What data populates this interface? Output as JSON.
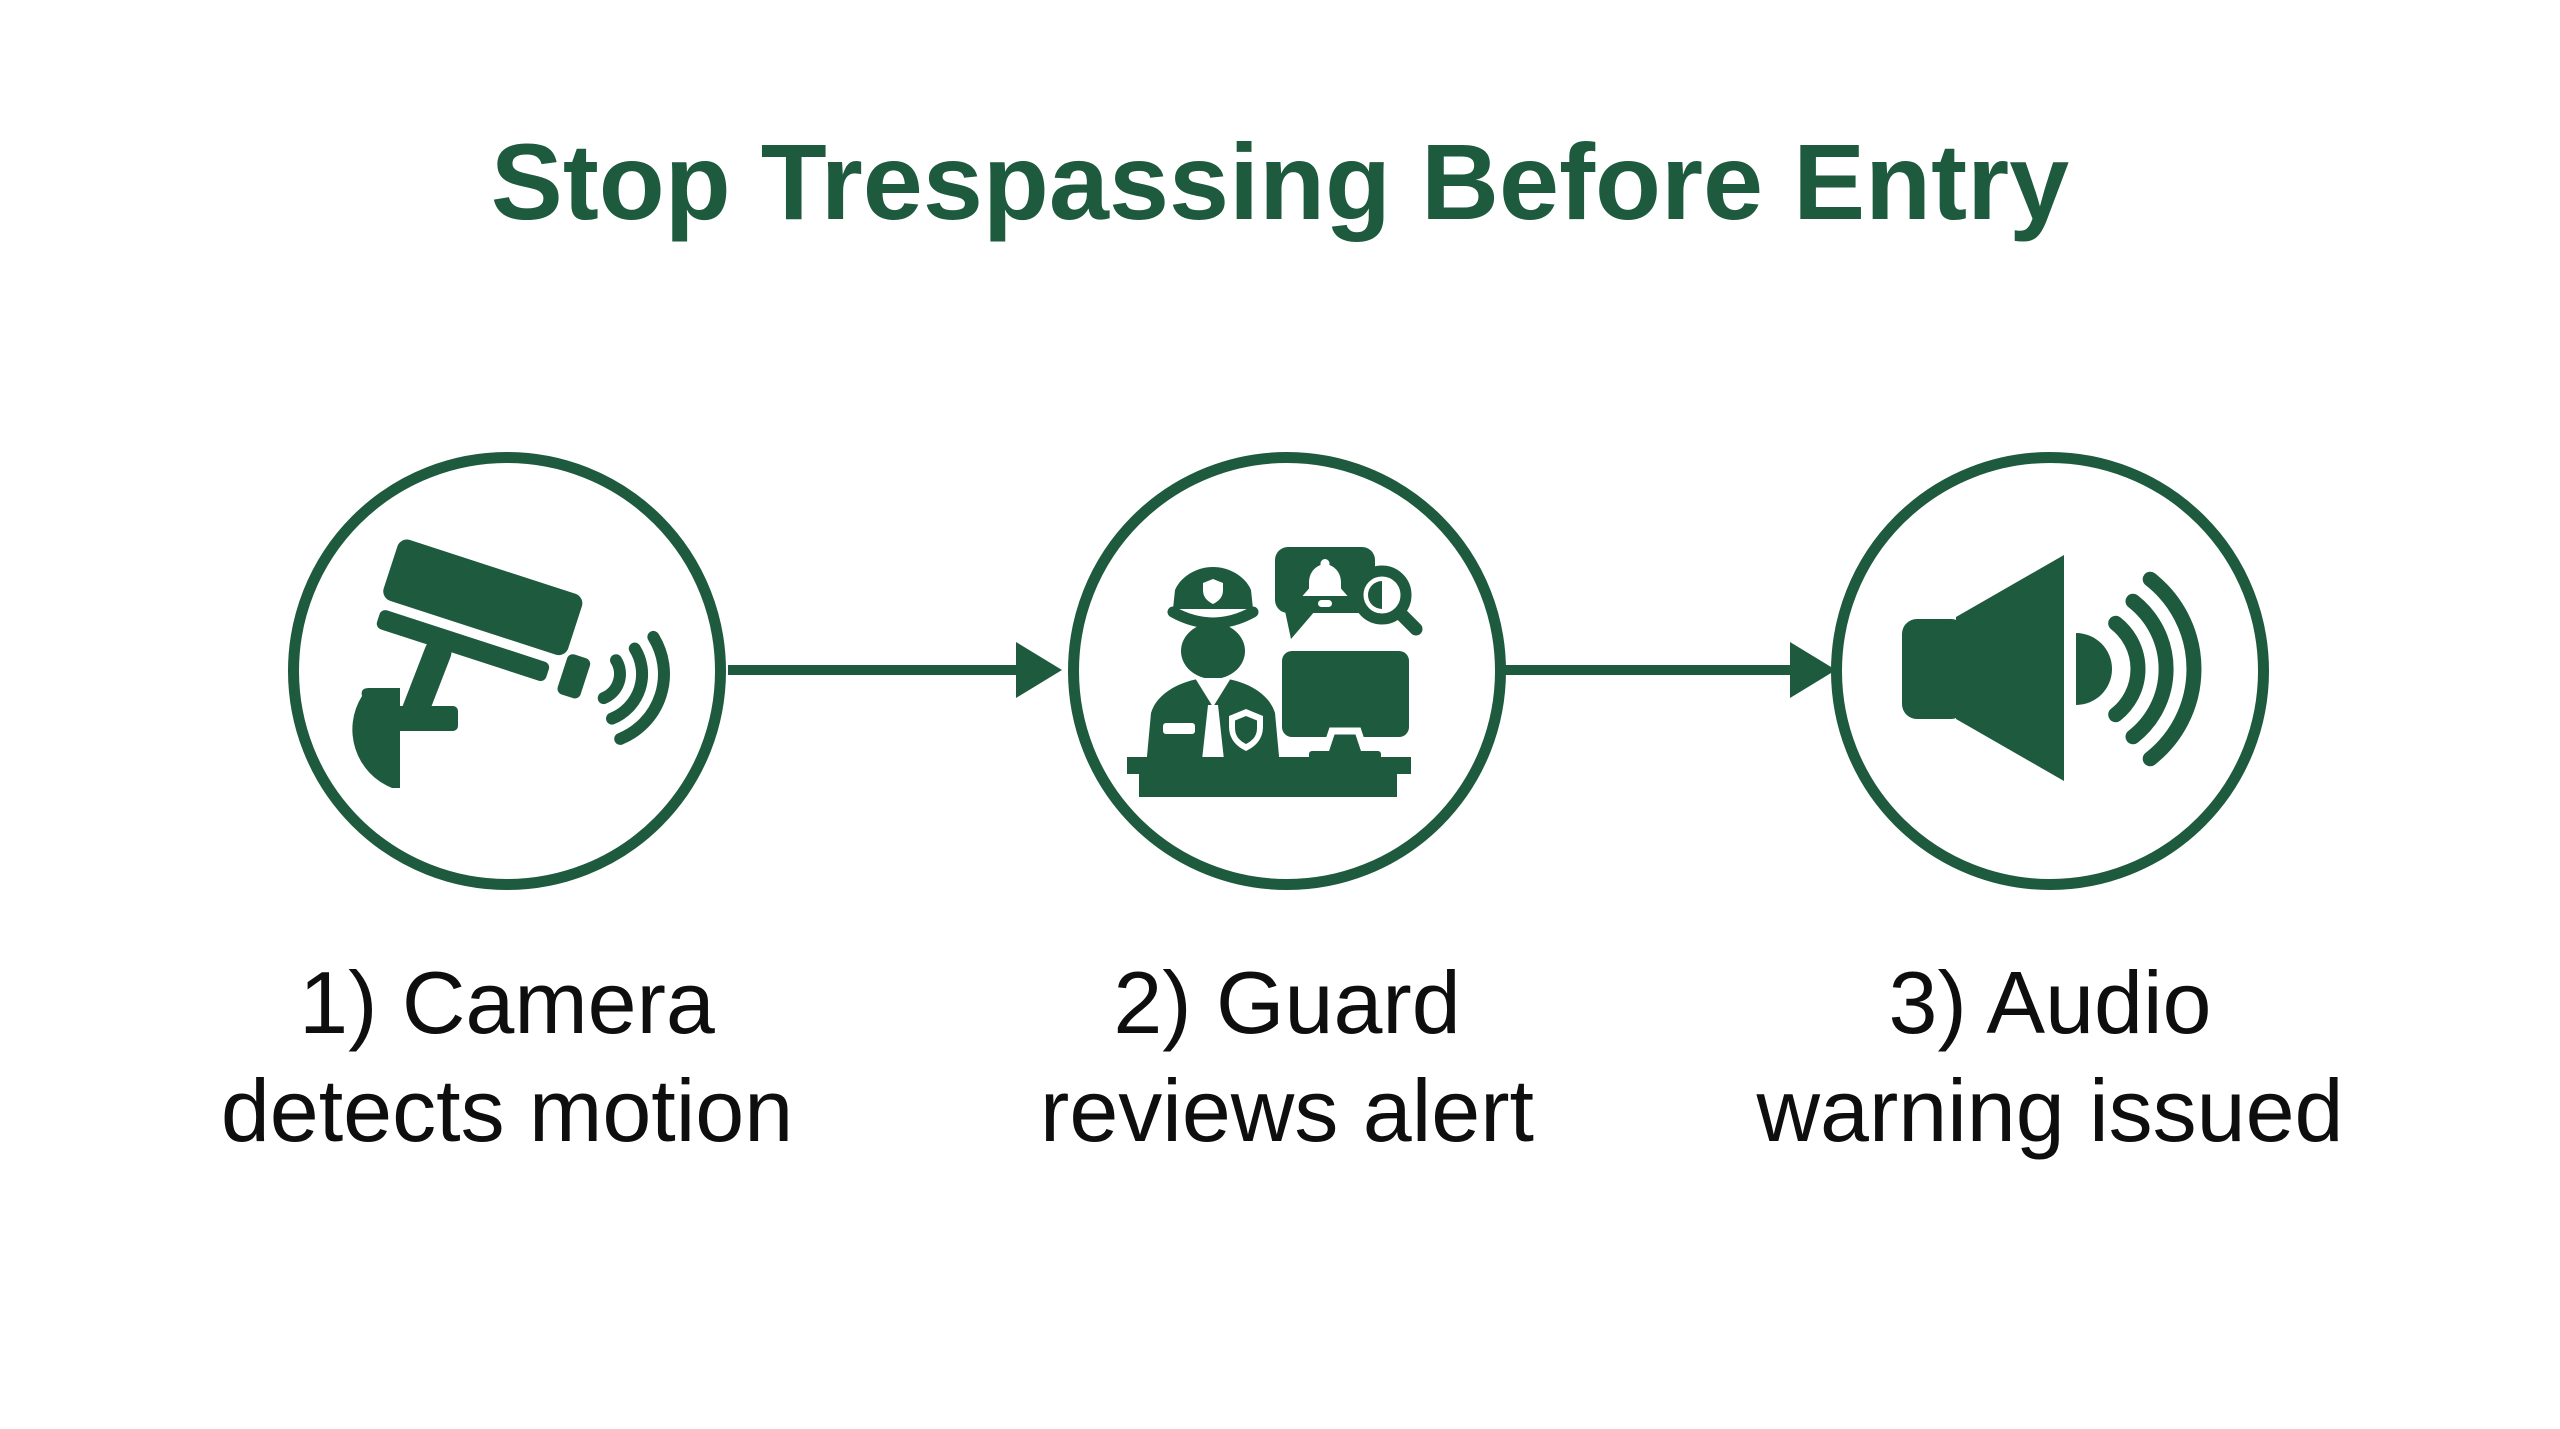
{
  "title": "Stop Trespassing Before Entry",
  "colors": {
    "green": "#1e5a3e",
    "text": "#0e0e0e",
    "background": "#ffffff"
  },
  "steps": [
    {
      "icon": "cctv-camera-icon",
      "label_line1": "1) Camera",
      "label_line2": "detects motion"
    },
    {
      "icon": "security-guard-monitor-icon",
      "label_line1": "2) Guard",
      "label_line2": "reviews alert"
    },
    {
      "icon": "audio-speaker-icon",
      "label_line1": "3) Audio",
      "label_line2": "warning issued"
    }
  ]
}
